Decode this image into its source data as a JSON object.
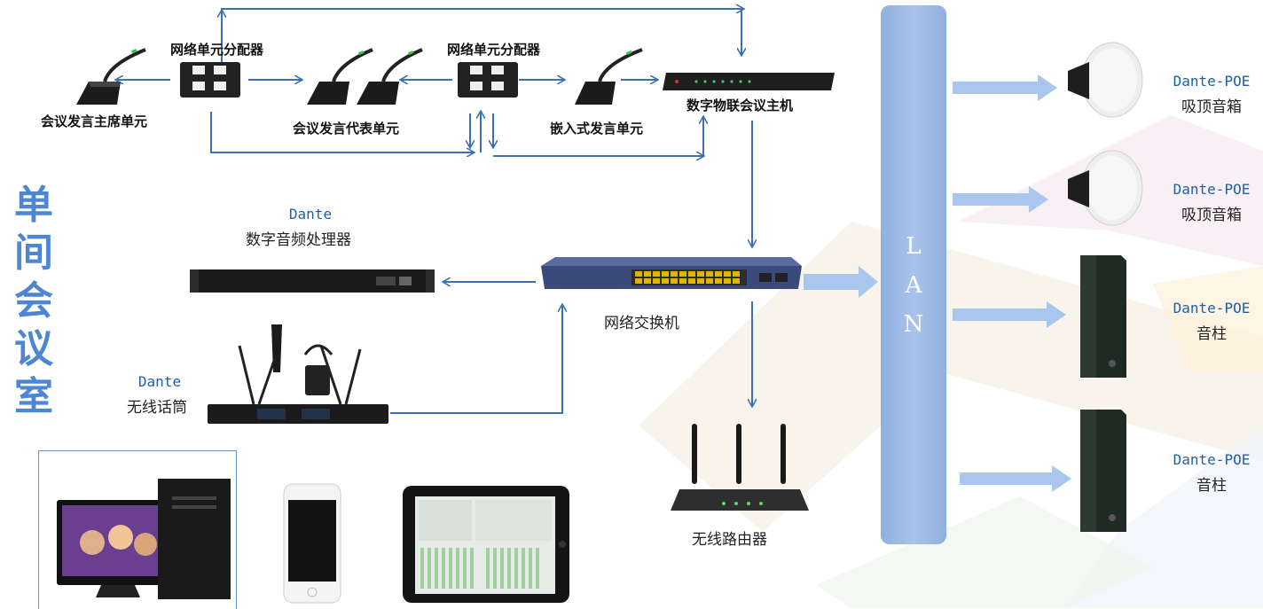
{
  "title_vertical": [
    "单",
    "间",
    "会",
    "议",
    "室"
  ],
  "labels": {
    "splitter_left": "网络单元分配器",
    "splitter_right": "网络单元分配器",
    "chairman_unit": "会议发言主席单元",
    "delegate_unit": "会议发言代表单元",
    "embedded_unit": "嵌入式发言单元",
    "host": "数字物联会议主机",
    "dsp_brand": "Dante",
    "dsp_name": "数字音频处理器",
    "switch_name": "网络交换机",
    "mic_brand": "Dante",
    "mic_name": "无线话筒",
    "router_name": "无线路由器",
    "lan": [
      "L",
      "A",
      "N"
    ]
  },
  "speakers": [
    {
      "type": "Dante-POE",
      "name": "吸顶音箱"
    },
    {
      "type": "Dante-POE",
      "name": "吸顶音箱"
    },
    {
      "type": "Dante-POE",
      "name": "音柱"
    },
    {
      "type": "Dante-POE",
      "name": "音柱"
    }
  ],
  "colors": {
    "arrow": "#3d6fb6",
    "fat_arrow": "#a9c6ec",
    "lan_bus": "#9ab8e4",
    "title": "#4f86d3"
  },
  "icons": {
    "gooseneck_mic": "gooseneck-microphone-icon",
    "splitter": "network-splitter-icon",
    "host": "conference-host-icon",
    "dsp": "rack-processor-icon",
    "switch": "network-switch-icon",
    "wireless_mic": "wireless-microphone-receiver-icon",
    "router": "wifi-router-icon",
    "ceiling_speaker": "ceiling-speaker-icon",
    "column_speaker": "column-speaker-icon",
    "desktop_pc": "desktop-computer-icon",
    "phone": "smartphone-icon",
    "tablet": "tablet-icon"
  }
}
